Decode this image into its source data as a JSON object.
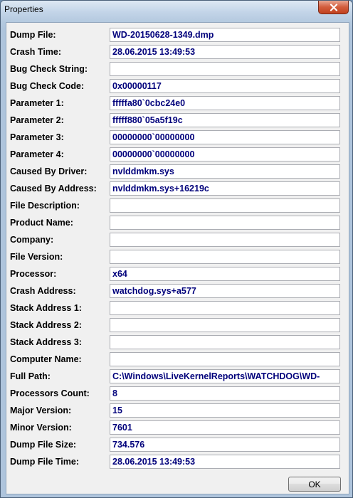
{
  "window": {
    "title": "Properties"
  },
  "fields": [
    {
      "label": "Dump File:",
      "value": "WD-20150628-1349.dmp"
    },
    {
      "label": "Crash Time:",
      "value": "28.06.2015 13:49:53"
    },
    {
      "label": "Bug Check String:",
      "value": ""
    },
    {
      "label": "Bug Check Code:",
      "value": "0x00000117"
    },
    {
      "label": "Parameter 1:",
      "value": "fffffa80`0cbc24e0"
    },
    {
      "label": "Parameter 2:",
      "value": "fffff880`05a5f19c"
    },
    {
      "label": "Parameter 3:",
      "value": "00000000`00000000"
    },
    {
      "label": "Parameter 4:",
      "value": "00000000`00000000"
    },
    {
      "label": "Caused By Driver:",
      "value": "nvlddmkm.sys"
    },
    {
      "label": "Caused By Address:",
      "value": "nvlddmkm.sys+16219c"
    },
    {
      "label": "File Description:",
      "value": ""
    },
    {
      "label": "Product Name:",
      "value": ""
    },
    {
      "label": "Company:",
      "value": ""
    },
    {
      "label": "File Version:",
      "value": ""
    },
    {
      "label": "Processor:",
      "value": "x64"
    },
    {
      "label": "Crash Address:",
      "value": "watchdog.sys+a577"
    },
    {
      "label": "Stack Address 1:",
      "value": ""
    },
    {
      "label": "Stack Address 2:",
      "value": ""
    },
    {
      "label": "Stack Address 3:",
      "value": ""
    },
    {
      "label": "Computer Name:",
      "value": ""
    },
    {
      "label": "Full Path:",
      "value": "C:\\Windows\\LiveKernelReports\\WATCHDOG\\WD-"
    },
    {
      "label": "Processors Count:",
      "value": "8"
    },
    {
      "label": "Major Version:",
      "value": "15"
    },
    {
      "label": "Minor Version:",
      "value": "7601"
    },
    {
      "label": "Dump File Size:",
      "value": "734.576"
    },
    {
      "label": "Dump File Time:",
      "value": "28.06.2015 13:49:53"
    }
  ],
  "buttons": {
    "ok_label": "OK"
  },
  "icons": {
    "close": "close-icon"
  },
  "colors": {
    "value_text": "#00007b",
    "close_button": "#c2411f"
  }
}
